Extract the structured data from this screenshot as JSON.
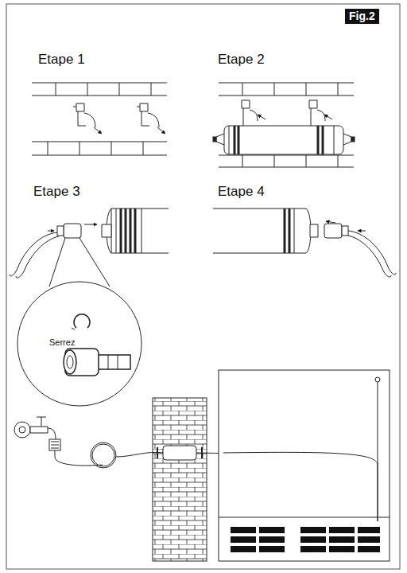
{
  "diagram": {
    "labels": [
      "Fig.2",
      "Etape 1",
      "Etape 2",
      "Etape 3",
      "Etape 4",
      "Serrez"
    ]
  }
}
